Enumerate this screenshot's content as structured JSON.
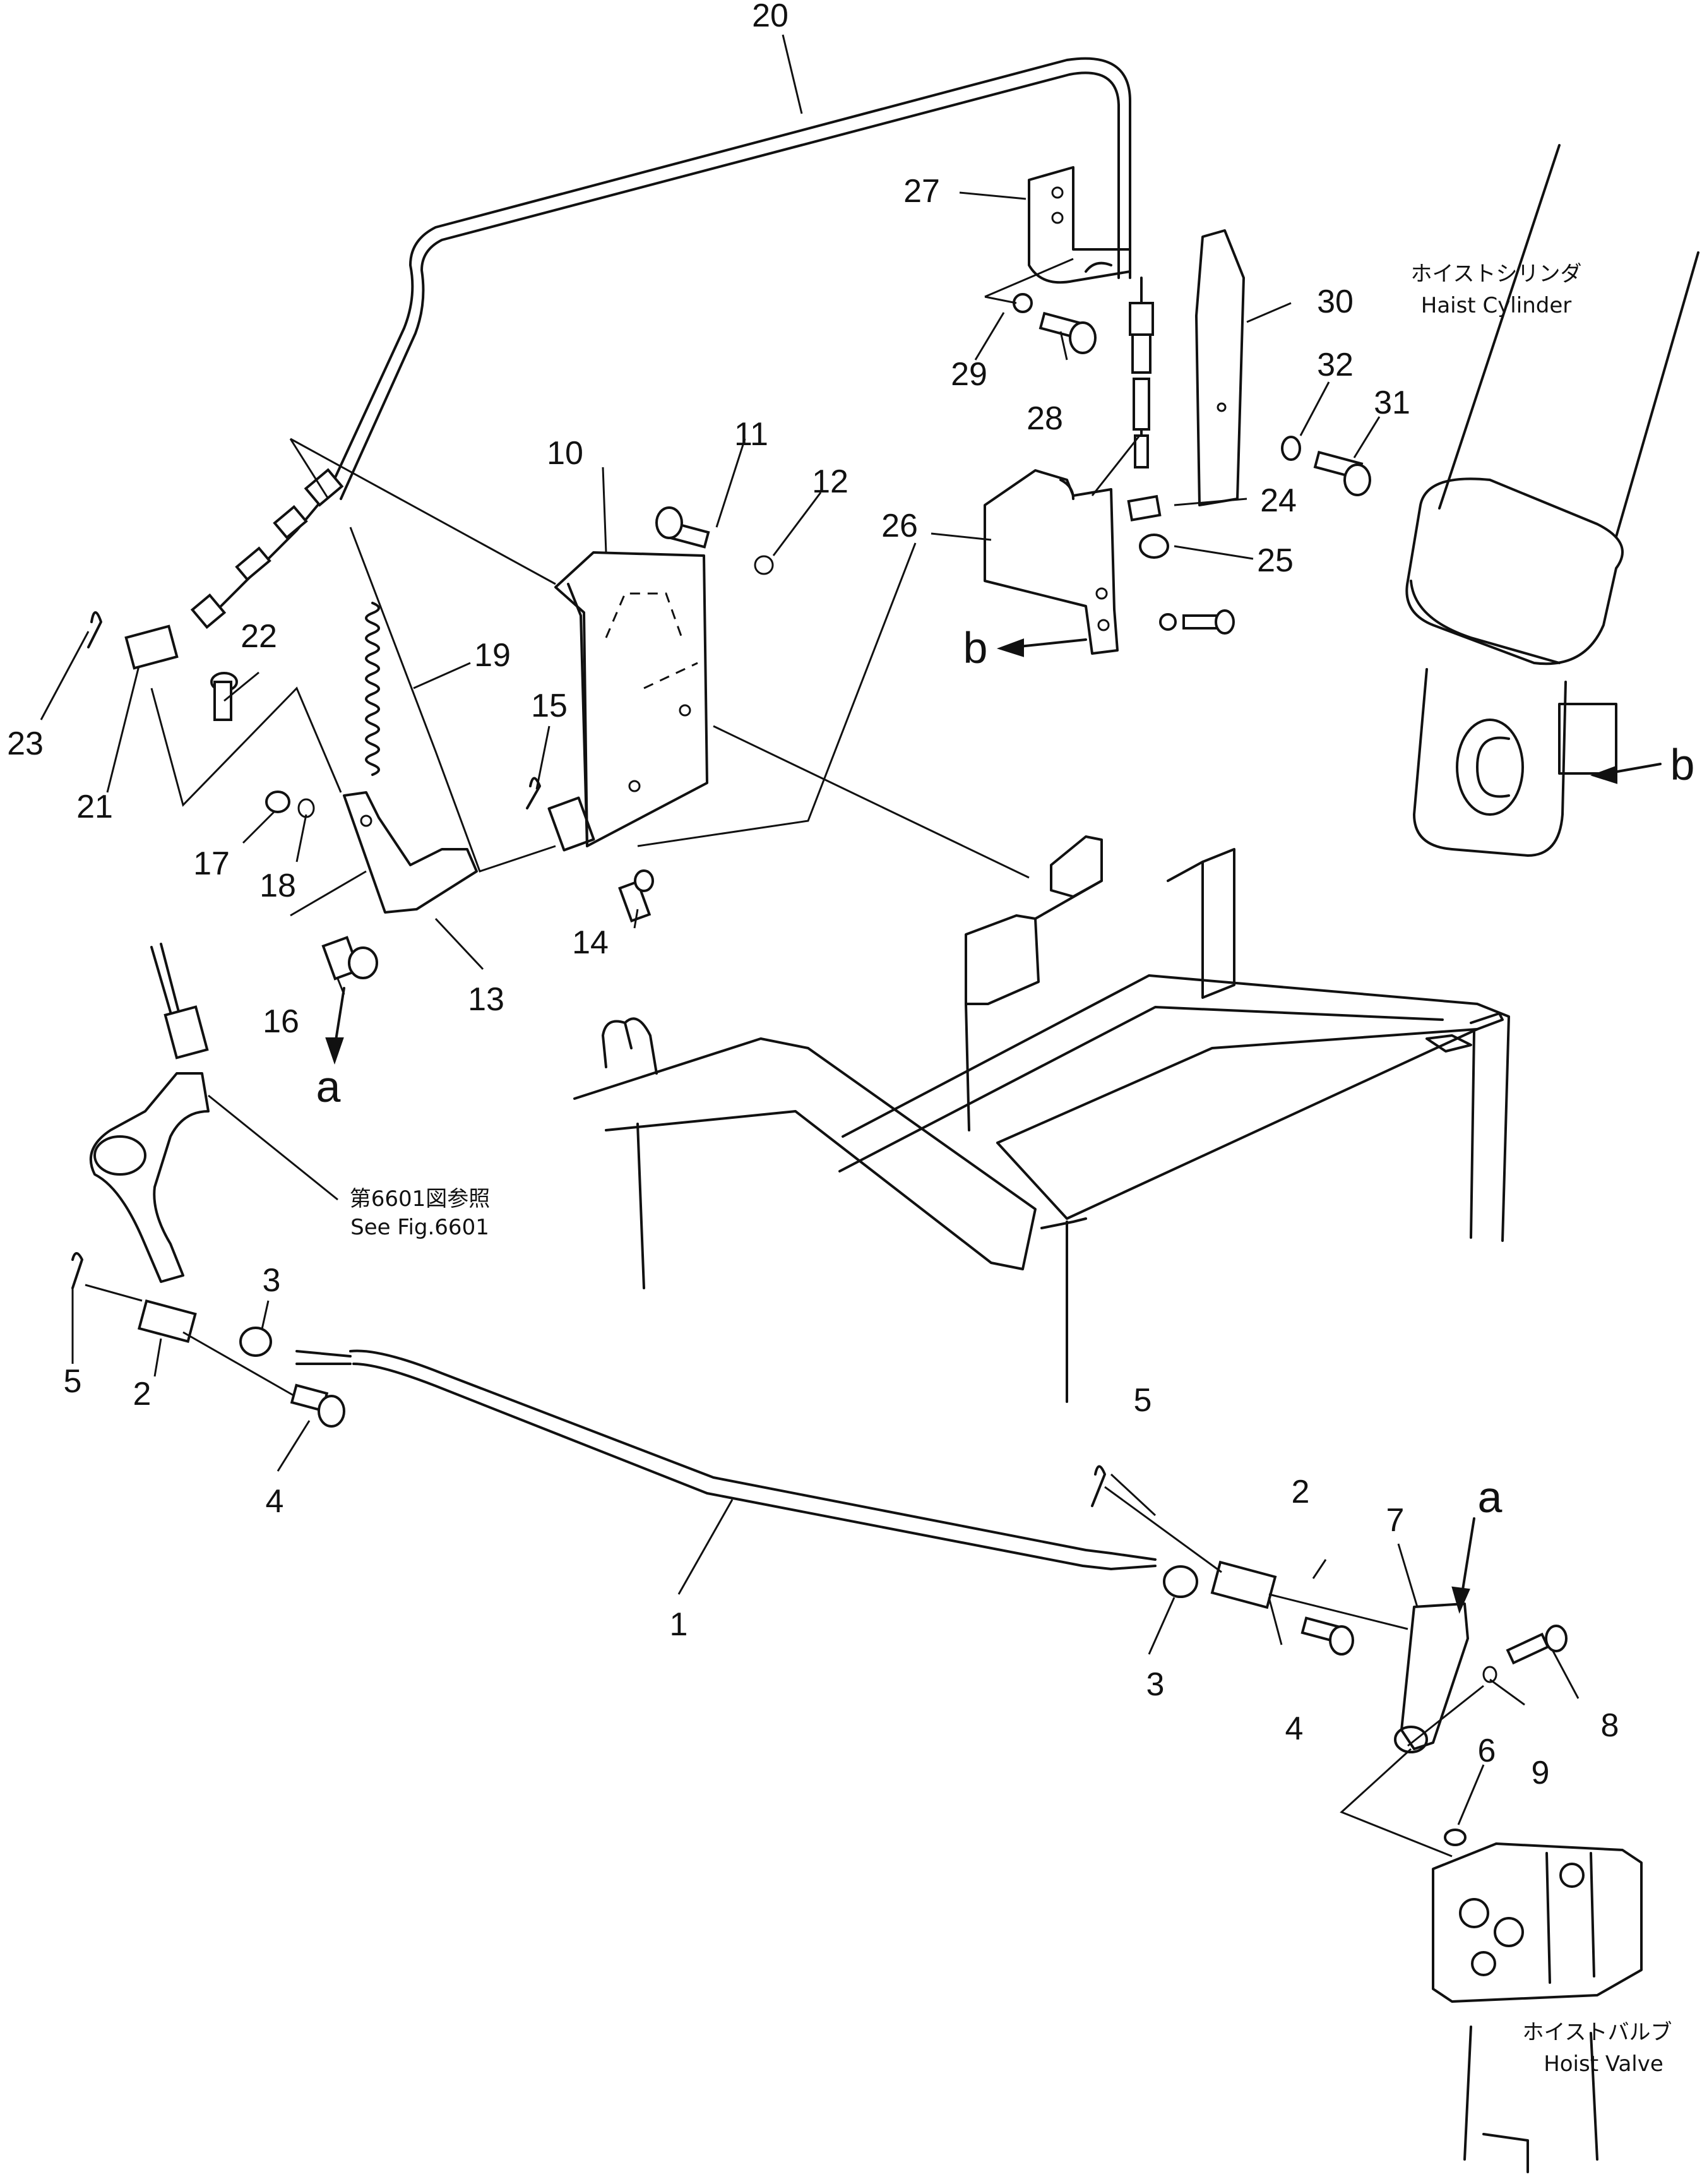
{
  "callouts": {
    "p1": "1",
    "p2a": "2",
    "p2b": "2",
    "p3a": "3",
    "p3b": "3",
    "p4a": "4",
    "p4b": "4",
    "p5a": "5",
    "p5b": "5",
    "p6": "6",
    "p7": "7",
    "p8": "8",
    "p9": "9",
    "p10": "10",
    "p11": "11",
    "p12": "12",
    "p13": "13",
    "p14": "14",
    "p15": "15",
    "p16": "16",
    "p17": "17",
    "p18": "18",
    "p19": "19",
    "p20": "20",
    "p21": "21",
    "p22": "22",
    "p23": "23",
    "p24": "24",
    "p25": "25",
    "p26": "26",
    "p27": "27",
    "p28": "28",
    "p29": "29",
    "p30": "30",
    "p31": "31",
    "p32": "32"
  },
  "view_markers": {
    "a_upper": "a",
    "a_lower": "a",
    "b_left": "b",
    "b_right": "b"
  },
  "notes": {
    "haist_cylinder_jp": "ホイストシリンダ",
    "haist_cylinder_en": "Haist Cylinder",
    "see_fig_jp": "第6601図参照",
    "see_fig_en": "See Fig.6601",
    "hoist_valve_jp": "ホイストバルブ",
    "hoist_valve_en": "Hoist Valve"
  }
}
